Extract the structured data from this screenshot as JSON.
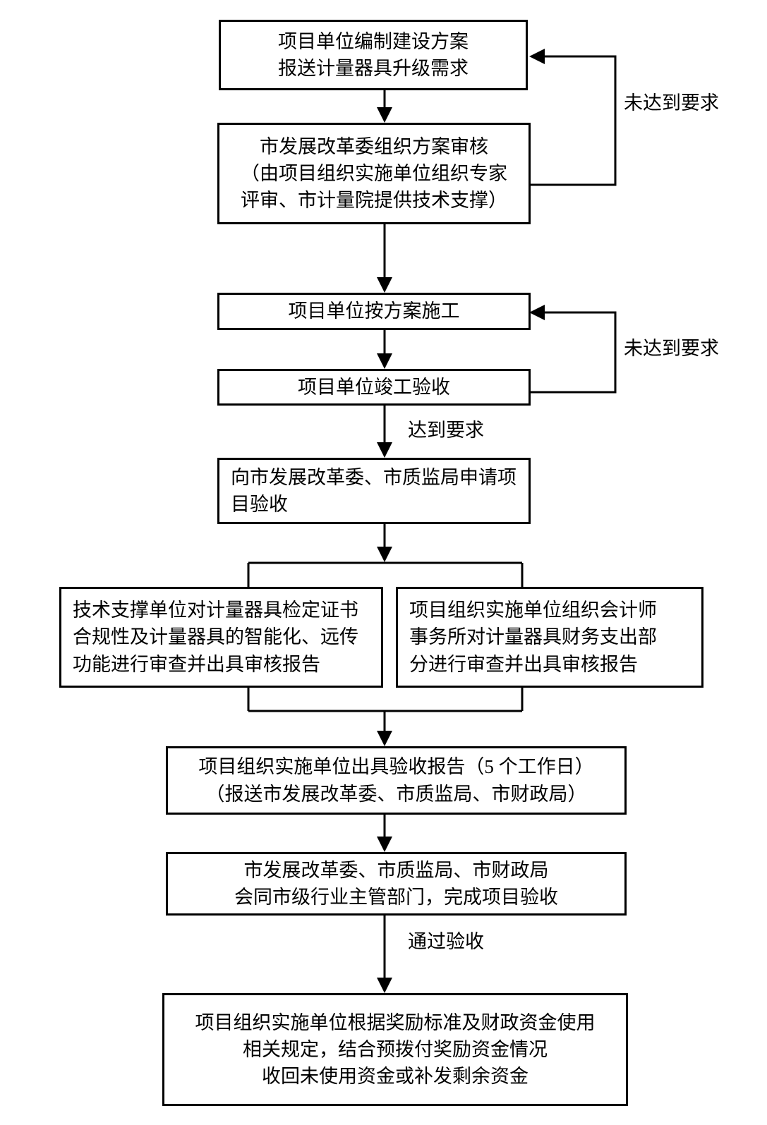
{
  "diagram": {
    "title_present": false,
    "colors": {
      "background": "#ffffff",
      "stroke": "#000000",
      "text": "#000000"
    },
    "nodes": [
      {
        "id": "n1",
        "name": "node-project-unit-prepares-plan",
        "lines": [
          "项目单位编制建设方案",
          "报送计量器具升级需求"
        ]
      },
      {
        "id": "n2",
        "name": "node-development-reform-commission-review",
        "lines": [
          "市发展改革委组织方案审核",
          "（由项目组织实施单位组织专家",
          "评审、市计量院提供技术支撑）"
        ]
      },
      {
        "id": "n3",
        "name": "node-project-unit-construction",
        "lines": [
          "项目单位按方案施工"
        ]
      },
      {
        "id": "n4",
        "name": "node-project-unit-completion-acceptance",
        "lines": [
          "项目单位竣工验收"
        ]
      },
      {
        "id": "n5",
        "name": "node-apply-for-project-acceptance",
        "lines": [
          "向市发展改革委、市质监局申请项",
          "目验收"
        ]
      },
      {
        "id": "n6a",
        "name": "node-technical-support-unit-review",
        "lines": [
          "技术支撑单位对计量器具检定证书",
          "合规性及计量器具的智能化、远传",
          "功能进行审查并出具审核报告"
        ]
      },
      {
        "id": "n6b",
        "name": "node-accounting-firm-financial-review",
        "lines": [
          "项目组织实施单位组织会计师",
          "事务所对计量器具财务支出部",
          "分进行审查并出具审核报告"
        ]
      },
      {
        "id": "n7",
        "name": "node-issue-acceptance-report",
        "lines": [
          "项目组织实施单位出具验收报告（5 个工作日）",
          "（报送市发展改革委、市质监局、市财政局）"
        ]
      },
      {
        "id": "n8",
        "name": "node-complete-project-acceptance",
        "lines": [
          "市发展改革委、市质监局、市财政局",
          "会同市级行业主管部门，完成项目验收"
        ]
      },
      {
        "id": "n9",
        "name": "node-reward-fund-settlement",
        "lines": [
          "项目组织实施单位根据奖励标准及财政资金使用",
          "相关规定，结合预拨付奖励资金情况",
          "收回未使用资金或补发剩余资金"
        ]
      }
    ],
    "edge_labels": [
      {
        "id": "e1",
        "name": "edge-label-not-meeting-requirements-upper",
        "text": "未达到要求"
      },
      {
        "id": "e2",
        "name": "edge-label-not-meeting-requirements-lower",
        "text": "未达到要求"
      },
      {
        "id": "e3",
        "name": "edge-label-meets-requirements",
        "text": "达到要求"
      },
      {
        "id": "e4",
        "name": "edge-label-passes-acceptance",
        "text": "通过验收"
      }
    ]
  }
}
